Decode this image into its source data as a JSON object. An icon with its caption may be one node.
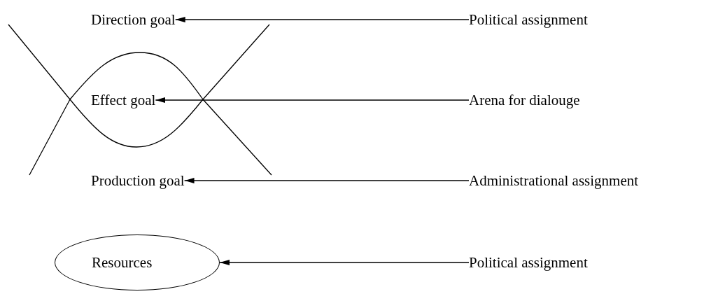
{
  "diagram": {
    "nodes": [
      {
        "text": [
          "Direction goal"
        ]
      },
      {
        "text": [
          "Political assignment"
        ]
      },
      {
        "text": [
          "Effect goal"
        ]
      },
      {
        "text": [
          "Arena for dialouge"
        ]
      },
      {
        "text": [
          "Production goal"
        ]
      },
      {
        "text": [
          "Administrational assignment"
        ]
      },
      {
        "text": [
          "Resources"
        ]
      },
      {
        "text": [
          "Political assignment"
        ]
      }
    ],
    "edges": [
      {
        "from": 1,
        "to": 0,
        "arrow": "to"
      },
      {
        "from": 3,
        "to": 2,
        "arrow": "to"
      },
      {
        "from": 5,
        "to": 4,
        "arrow": "to"
      },
      {
        "from": 7,
        "to": 6,
        "arrow": "to"
      }
    ]
  }
}
